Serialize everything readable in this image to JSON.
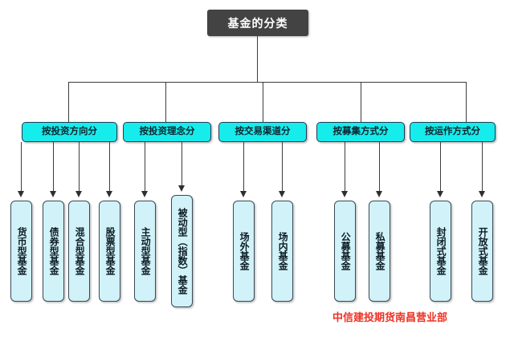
{
  "diagram": {
    "root": {
      "label": "基金的分类"
    },
    "categories": [
      {
        "label": "按投资方向分"
      },
      {
        "label": "按投资理念分"
      },
      {
        "label": "按交易渠道分"
      },
      {
        "label": "按募集方式分"
      },
      {
        "label": "按运作方式分"
      }
    ],
    "leaves": [
      {
        "label": "货币型基金"
      },
      {
        "label": "债券型基金"
      },
      {
        "label": "混合型基金"
      },
      {
        "label": "股票型基金"
      },
      {
        "label": "主动型基金"
      },
      {
        "label": "被动型（指数）基金"
      },
      {
        "label": "场外基金"
      },
      {
        "label": "场内基金"
      },
      {
        "label": "公募基金"
      },
      {
        "label": "私募基金"
      },
      {
        "label": "封闭式基金"
      },
      {
        "label": "开放式基金"
      }
    ],
    "footer": {
      "label": "中信建投期货南昌营业部"
    },
    "colors": {
      "root_fill": "#434343",
      "root_text": "#ffffff",
      "category_fill": "#16ecec",
      "category_border": "#243b50",
      "leaf_fill": "#d0f2f8",
      "leaf_border": "#3a4a56",
      "connector": "#3d3d3d",
      "footer_text": "#ee3124",
      "background": "#ffffff"
    }
  }
}
